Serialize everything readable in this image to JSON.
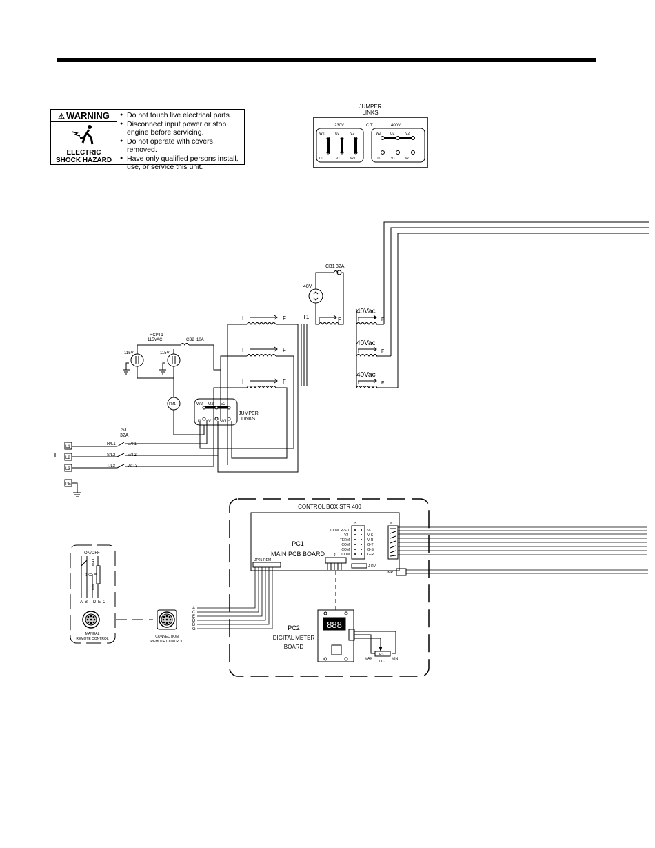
{
  "warning": {
    "title": "WARNING",
    "hazard_line1": "ELECTRIC",
    "hazard_line2": "SHOCK HAZARD",
    "items": [
      "Do not touch live electrical parts.",
      "Disconnect input power or stop engine before servicing.",
      "Do not operate with covers removed.",
      "Have only qualified persons install, use, or service this unit."
    ]
  },
  "jumper_top": {
    "title_line1": "JUMPER",
    "title_line2": "LINKS",
    "v230": "230V",
    "ct": "C.T.",
    "v400": "400V",
    "top_terms": [
      "W2",
      "U2",
      "V2"
    ],
    "bottom_terms": [
      "U1",
      "V1",
      "W1"
    ]
  },
  "generator": {
    "cb1": "CB1",
    "cb1_rating": "32A",
    "v48": "48V",
    "t1": "T1",
    "v40": "40Vac",
    "coil_i": "I",
    "coil_f": "F",
    "rcpt1": "RCPT1",
    "rcpt1_rating": "115VAC",
    "cb2": "CB2",
    "cb2_rating": "10A",
    "v115": "115V",
    "fm1": "FM1",
    "jumper_line1": "JUMPER",
    "jumper_line2": "LINKS",
    "jl_top": [
      "W2",
      "U2",
      "V2"
    ],
    "jl_bottom": [
      "U1",
      "V1",
      "W1"
    ],
    "s1": "S1",
    "s1_rating": "32A",
    "lines": [
      "L1",
      "L2",
      "L3"
    ],
    "pe": "PE",
    "line_in": [
      "R/L1",
      "S/L2",
      "T/L3"
    ],
    "line_out": [
      "U/T1",
      "V/T2",
      "W/T3"
    ]
  },
  "control_box": {
    "title": "CONTROL BOX STR 400",
    "pc1": "PC1",
    "pc1_name": "MAIN PCB BOARD",
    "j5": "J5",
    "j5_left": [
      "COM. R-S-T",
      "V2-",
      "TERM",
      "COM",
      "COM",
      "COM"
    ],
    "j5_right": [
      "V-T",
      "V-S",
      "V-R",
      "G-T",
      "G-S",
      "G-R"
    ],
    "j6": "J6",
    "jmp": "JMP",
    "jp21": "JP21-REM",
    "j": "J",
    "j_rv": "J-RV",
    "pc2": "PC2",
    "pc2_name1": "DIGITAL METER",
    "pc2_name2": "BOARD",
    "r3": "R3",
    "r3_value": "1KΩ",
    "max": "MAX",
    "min": "MIN"
  },
  "remote": {
    "onoff": "ON/OFF",
    "max": "MAX",
    "min": "MIN",
    "pot": "1KΩ",
    "pins": [
      "A",
      "B",
      "D",
      "E",
      "C"
    ],
    "manual1": "MANUAL",
    "manual2": "REMOTE CONTROL",
    "conn1": "CONNECTION",
    "conn2": "REMOTE CONTROL",
    "wire_letters": [
      "A",
      "C",
      "E",
      "D",
      "B",
      "G"
    ]
  }
}
